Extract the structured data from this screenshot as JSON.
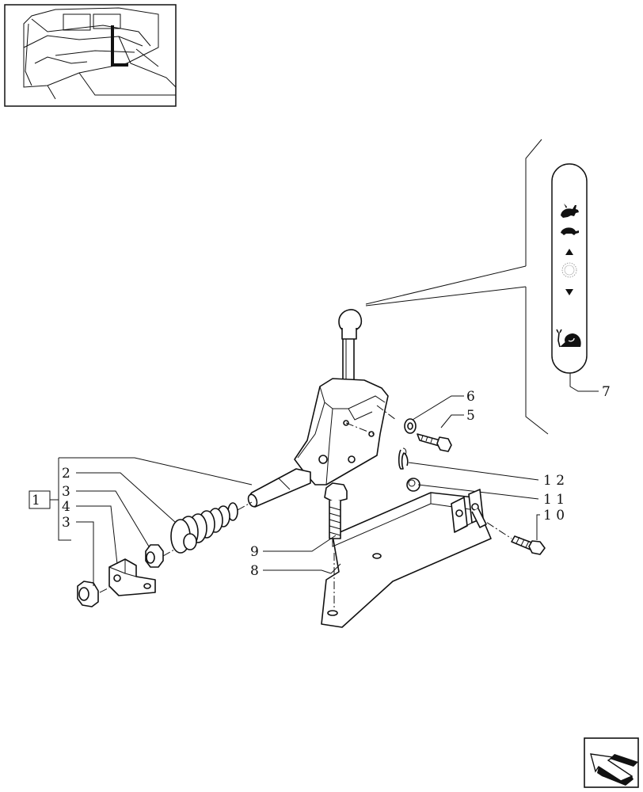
{
  "diagram": {
    "callouts": {
      "c1": "1",
      "c2": "2",
      "c3a": "3",
      "c4": "4",
      "c3b": "3",
      "c5": "5",
      "c6": "6",
      "c7": "7",
      "c8": "8",
      "c9": "9",
      "c10": "1 0",
      "c11": "1 1",
      "c12": "1 2"
    },
    "icons": {
      "rabbit": "rabbit-icon",
      "turtle": "turtle-icon",
      "up": "arrow-up-icon",
      "sun": "sun-icon",
      "down": "arrow-down-icon",
      "snail": "snail-icon",
      "nav": "next-page-arrow-icon"
    }
  }
}
